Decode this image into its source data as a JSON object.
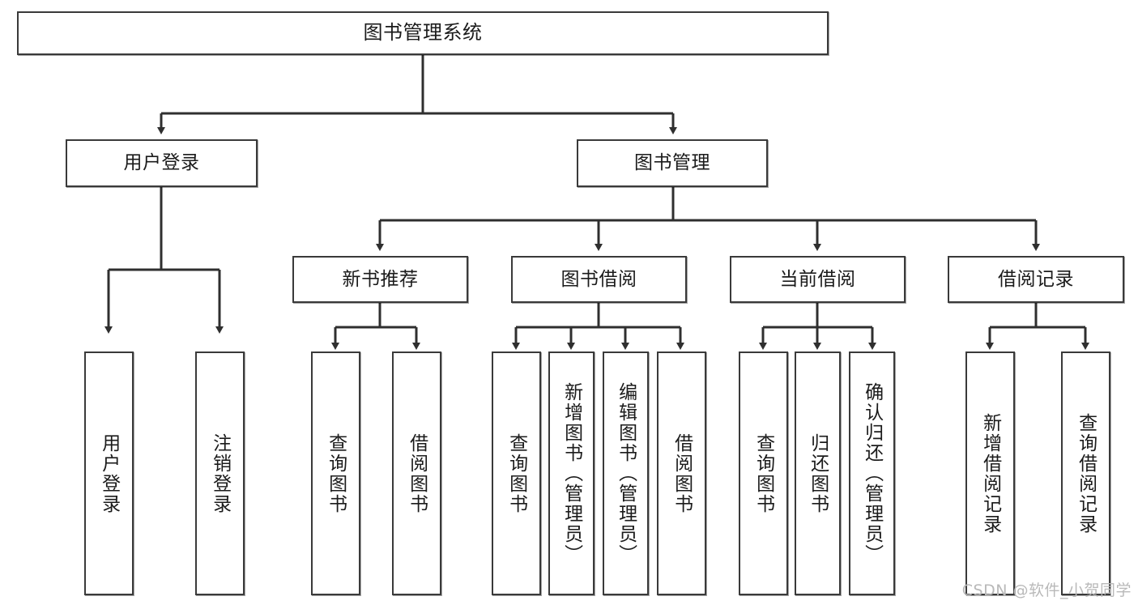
{
  "diagram": {
    "type": "tree-hierarchy-chart",
    "title": "图书管理系统",
    "watermark": "CSDN @软件_小贺同学",
    "colors": {
      "box_border": "#3a3a3a",
      "box_fill": "#ffffff",
      "edge": "#2f2f2f",
      "text": "#1b1b1b",
      "watermark": "#b9b9b9"
    }
  },
  "nodes": {
    "root": {
      "label": "图书管理系统"
    },
    "level2": [
      {
        "label": "用户登录"
      },
      {
        "label": "图书管理"
      }
    ],
    "level3": [
      {
        "label": "新书推荐"
      },
      {
        "label": "图书借阅"
      },
      {
        "label": "当前借阅"
      },
      {
        "label": "借阅记录"
      }
    ],
    "leaves": {
      "user_login": [
        {
          "label": "用户登录"
        },
        {
          "label": "注销登录"
        }
      ],
      "new_book": [
        {
          "label": "查询图书"
        },
        {
          "label": "借阅图书"
        }
      ],
      "book_borrow": [
        {
          "label": "查询图书"
        },
        {
          "label": "新增图书（管理员）"
        },
        {
          "label": "编辑图书（管理员）"
        },
        {
          "label": "借阅图书"
        }
      ],
      "current_borrow": [
        {
          "label": "查询图书"
        },
        {
          "label": "归还图书"
        },
        {
          "label": "确认归还（管理员）"
        }
      ],
      "borrow_record": [
        {
          "label": "新增借阅记录"
        },
        {
          "label": "查询借阅记录"
        }
      ]
    }
  }
}
